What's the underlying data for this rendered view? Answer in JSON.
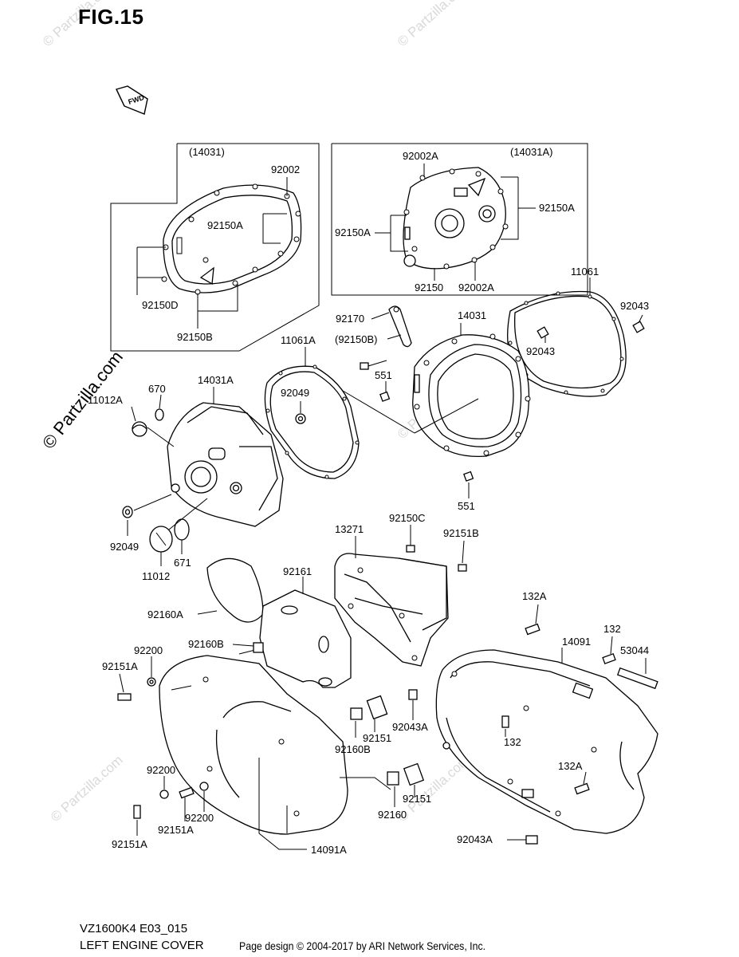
{
  "figure_title": "FIG.15",
  "fwd_label": "FWD",
  "watermarks": {
    "side": "© Partzilla.com",
    "small": "© Partzilla.com"
  },
  "footer": {
    "model_code": "VZ1600K4 E03_015",
    "section_name": "LEFT ENGINE COVER",
    "copyright": "Page design © 2004-2017 by ARI Network Services, Inc."
  },
  "labels": {
    "b1_title": "(14031)",
    "b1_92002": "92002",
    "b1_92150A": "92150A",
    "b1_92150D": "92150D",
    "b1_92150B": "92150B",
    "b2_title": "(14031A)",
    "b2_92002A_top": "92002A",
    "b2_92150A_right": "92150A",
    "b2_92150A_left": "92150A",
    "b2_92150": "92150",
    "b2_92002A_bottom": "92002A",
    "p11061": "11061",
    "p92043_right": "92043",
    "p92170": "92170",
    "p14031": "14031",
    "p92150B_paren": "(92150B)",
    "p11061A": "11061A",
    "p92043_inner": "92043",
    "p551_top": "551",
    "p14031A": "14031A",
    "p670": "670",
    "p11012A": "11012A",
    "p92049_top": "92049",
    "p551_bottom": "551",
    "p92049_bottom": "92049",
    "p671": "671",
    "p11012": "11012",
    "p13271": "13271",
    "p92150C": "92150C",
    "p92151B": "92151B",
    "p92161": "92161",
    "p92160A": "92160A",
    "p132A_top": "132A",
    "p14091": "14091",
    "p132_right": "132",
    "p53044": "53044",
    "p92200_top": "92200",
    "p92160B_top": "92160B",
    "p92151A_left": "92151A",
    "p92151_mid": "92151",
    "p92043A_mid": "92043A",
    "p92160B_mid": "92160B",
    "p132_mid": "132",
    "p132A_bottom": "132A",
    "p92200_mid": "92200",
    "p92151_bottom": "92151",
    "p92160": "92160",
    "p92151A_bl": "92151A",
    "p92200_bottom": "92200",
    "p92151A_bm": "92151A",
    "p14091A": "14091A",
    "p92043A_bottom": "92043A"
  }
}
